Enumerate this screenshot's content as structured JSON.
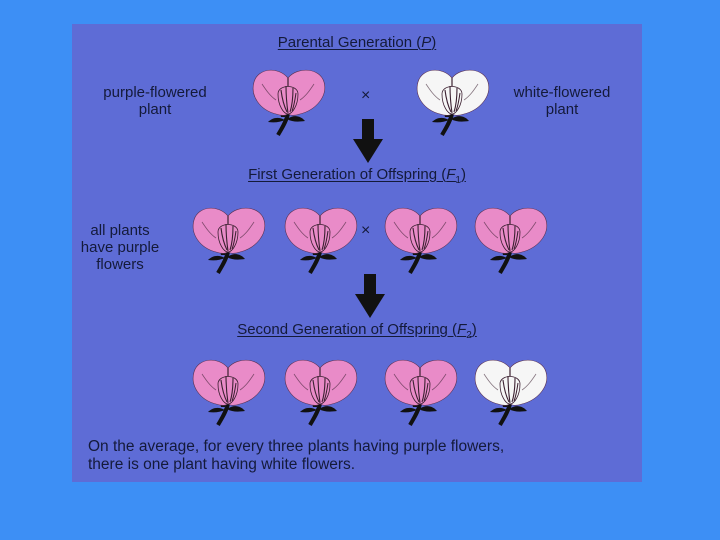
{
  "panel_color": "#5e6cd6",
  "background_color": "#3d8ff5",
  "flower_colors": {
    "purple": "#e98bc8",
    "white": "#f6f6f6",
    "stem": "#111111"
  },
  "parental": {
    "heading_prefix": "Parental Generation (",
    "heading_symbol": "P",
    "heading_suffix": ")",
    "left_label_line1": "purple-flowered",
    "left_label_line2": "plant",
    "right_label_line1": "white-flowered",
    "right_label_line2": "plant",
    "cross_symbol": "×"
  },
  "f1": {
    "heading_prefix": "First Generation of Offspring (",
    "heading_symbol": "F",
    "heading_sub": "1",
    "heading_suffix": ")",
    "label_line1": "all plants",
    "label_line2": "have purple",
    "label_line3": "flowers",
    "cross_symbol": "×"
  },
  "f2": {
    "heading_prefix": "Second Generation of Offspring (",
    "heading_symbol": "F",
    "heading_sub": "2",
    "heading_suffix": ")"
  },
  "caption_line1": "On the average, for every three plants having purple flowers,",
  "caption_line2": "there is one plant having white flowers."
}
